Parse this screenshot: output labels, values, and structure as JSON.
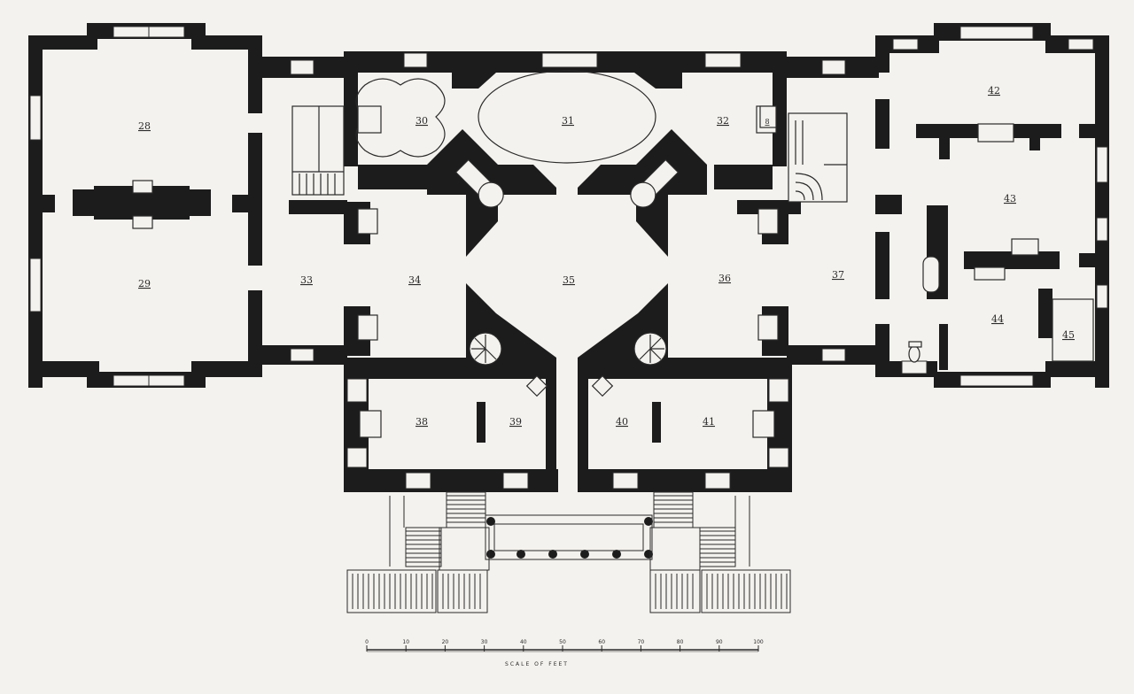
{
  "plan": {
    "rooms": [
      {
        "id": "r28",
        "label": "28"
      },
      {
        "id": "r29",
        "label": "29"
      },
      {
        "id": "r30",
        "label": "30"
      },
      {
        "id": "r31",
        "label": "31"
      },
      {
        "id": "r32",
        "label": "32"
      },
      {
        "id": "r33",
        "label": "33"
      },
      {
        "id": "r34",
        "label": "34"
      },
      {
        "id": "r35",
        "label": "35"
      },
      {
        "id": "r36",
        "label": "36"
      },
      {
        "id": "r37",
        "label": "37"
      },
      {
        "id": "r38",
        "label": "38"
      },
      {
        "id": "r39",
        "label": "39"
      },
      {
        "id": "r40",
        "label": "40"
      },
      {
        "id": "r41",
        "label": "41"
      },
      {
        "id": "r42",
        "label": "42"
      },
      {
        "id": "r43",
        "label": "43"
      },
      {
        "id": "r44",
        "label": "44"
      },
      {
        "id": "r45",
        "label": "45"
      },
      {
        "id": "r46",
        "label": "8"
      }
    ],
    "scale": {
      "label": "SCALE OF FEET",
      "ticks": [
        "0",
        "10",
        "20",
        "30",
        "40",
        "50",
        "60",
        "70",
        "80",
        "90",
        "100"
      ]
    },
    "colors": {
      "wall": "#1c1c1c",
      "paper": "#f4f2ee",
      "line": "#2a2a2a"
    }
  }
}
